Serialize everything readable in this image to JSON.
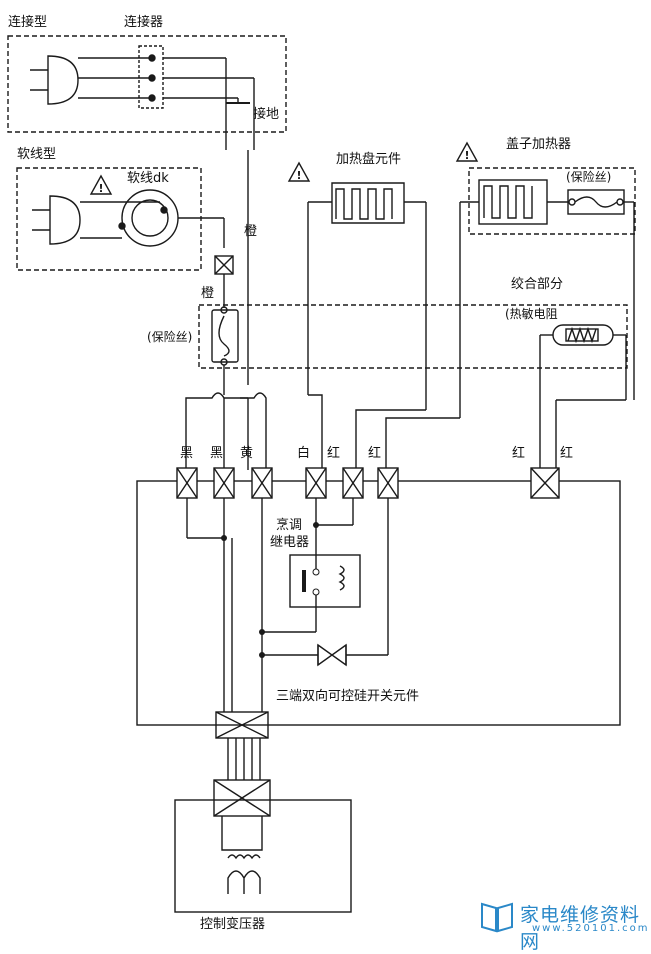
{
  "labels": {
    "connector_type": "连接型",
    "connector": "连接器",
    "ground": "接地",
    "cord_type": "软线型",
    "cord_dk": "软线dk",
    "orange_top": "橙",
    "orange_bottom": "橙",
    "fuse_left": "(保险丝)",
    "heater_plate": "加热盘元件",
    "lid_heater": "盖子加热器",
    "fuse_lid": "(保险丝)",
    "twisted": "绞合部分",
    "thermistor": "(热敏电阻",
    "wire_black1": "黑",
    "wire_black2": "黑",
    "wire_yellow": "黄",
    "wire_white": "白",
    "wire_red1": "红",
    "wire_red2": "红",
    "wire_red3": "红",
    "wire_red4": "红",
    "relay_line1": "烹调",
    "relay_line2": "继电器",
    "triac": "三端双向可控硅开关元件",
    "transformer": "控制变压器"
  },
  "warning_symbol": "!",
  "watermark": {
    "title": "家电维修资料网",
    "url": "www.520101.com",
    "color": "#2a88c8"
  }
}
